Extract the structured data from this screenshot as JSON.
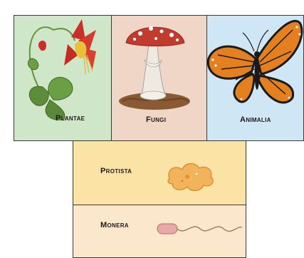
{
  "kingdoms": {
    "plantae": {
      "label": "Plantae",
      "color": "#cfe6c9"
    },
    "fungi": {
      "label": "Fungi",
      "color": "#f0d6c6"
    },
    "animalia": {
      "label": "Animalia",
      "color": "#cfe6f4"
    },
    "protista": {
      "label": "Protista",
      "color": "#fbe3a6"
    },
    "monera": {
      "label": "Monera",
      "color": "#fbe8cc"
    }
  }
}
